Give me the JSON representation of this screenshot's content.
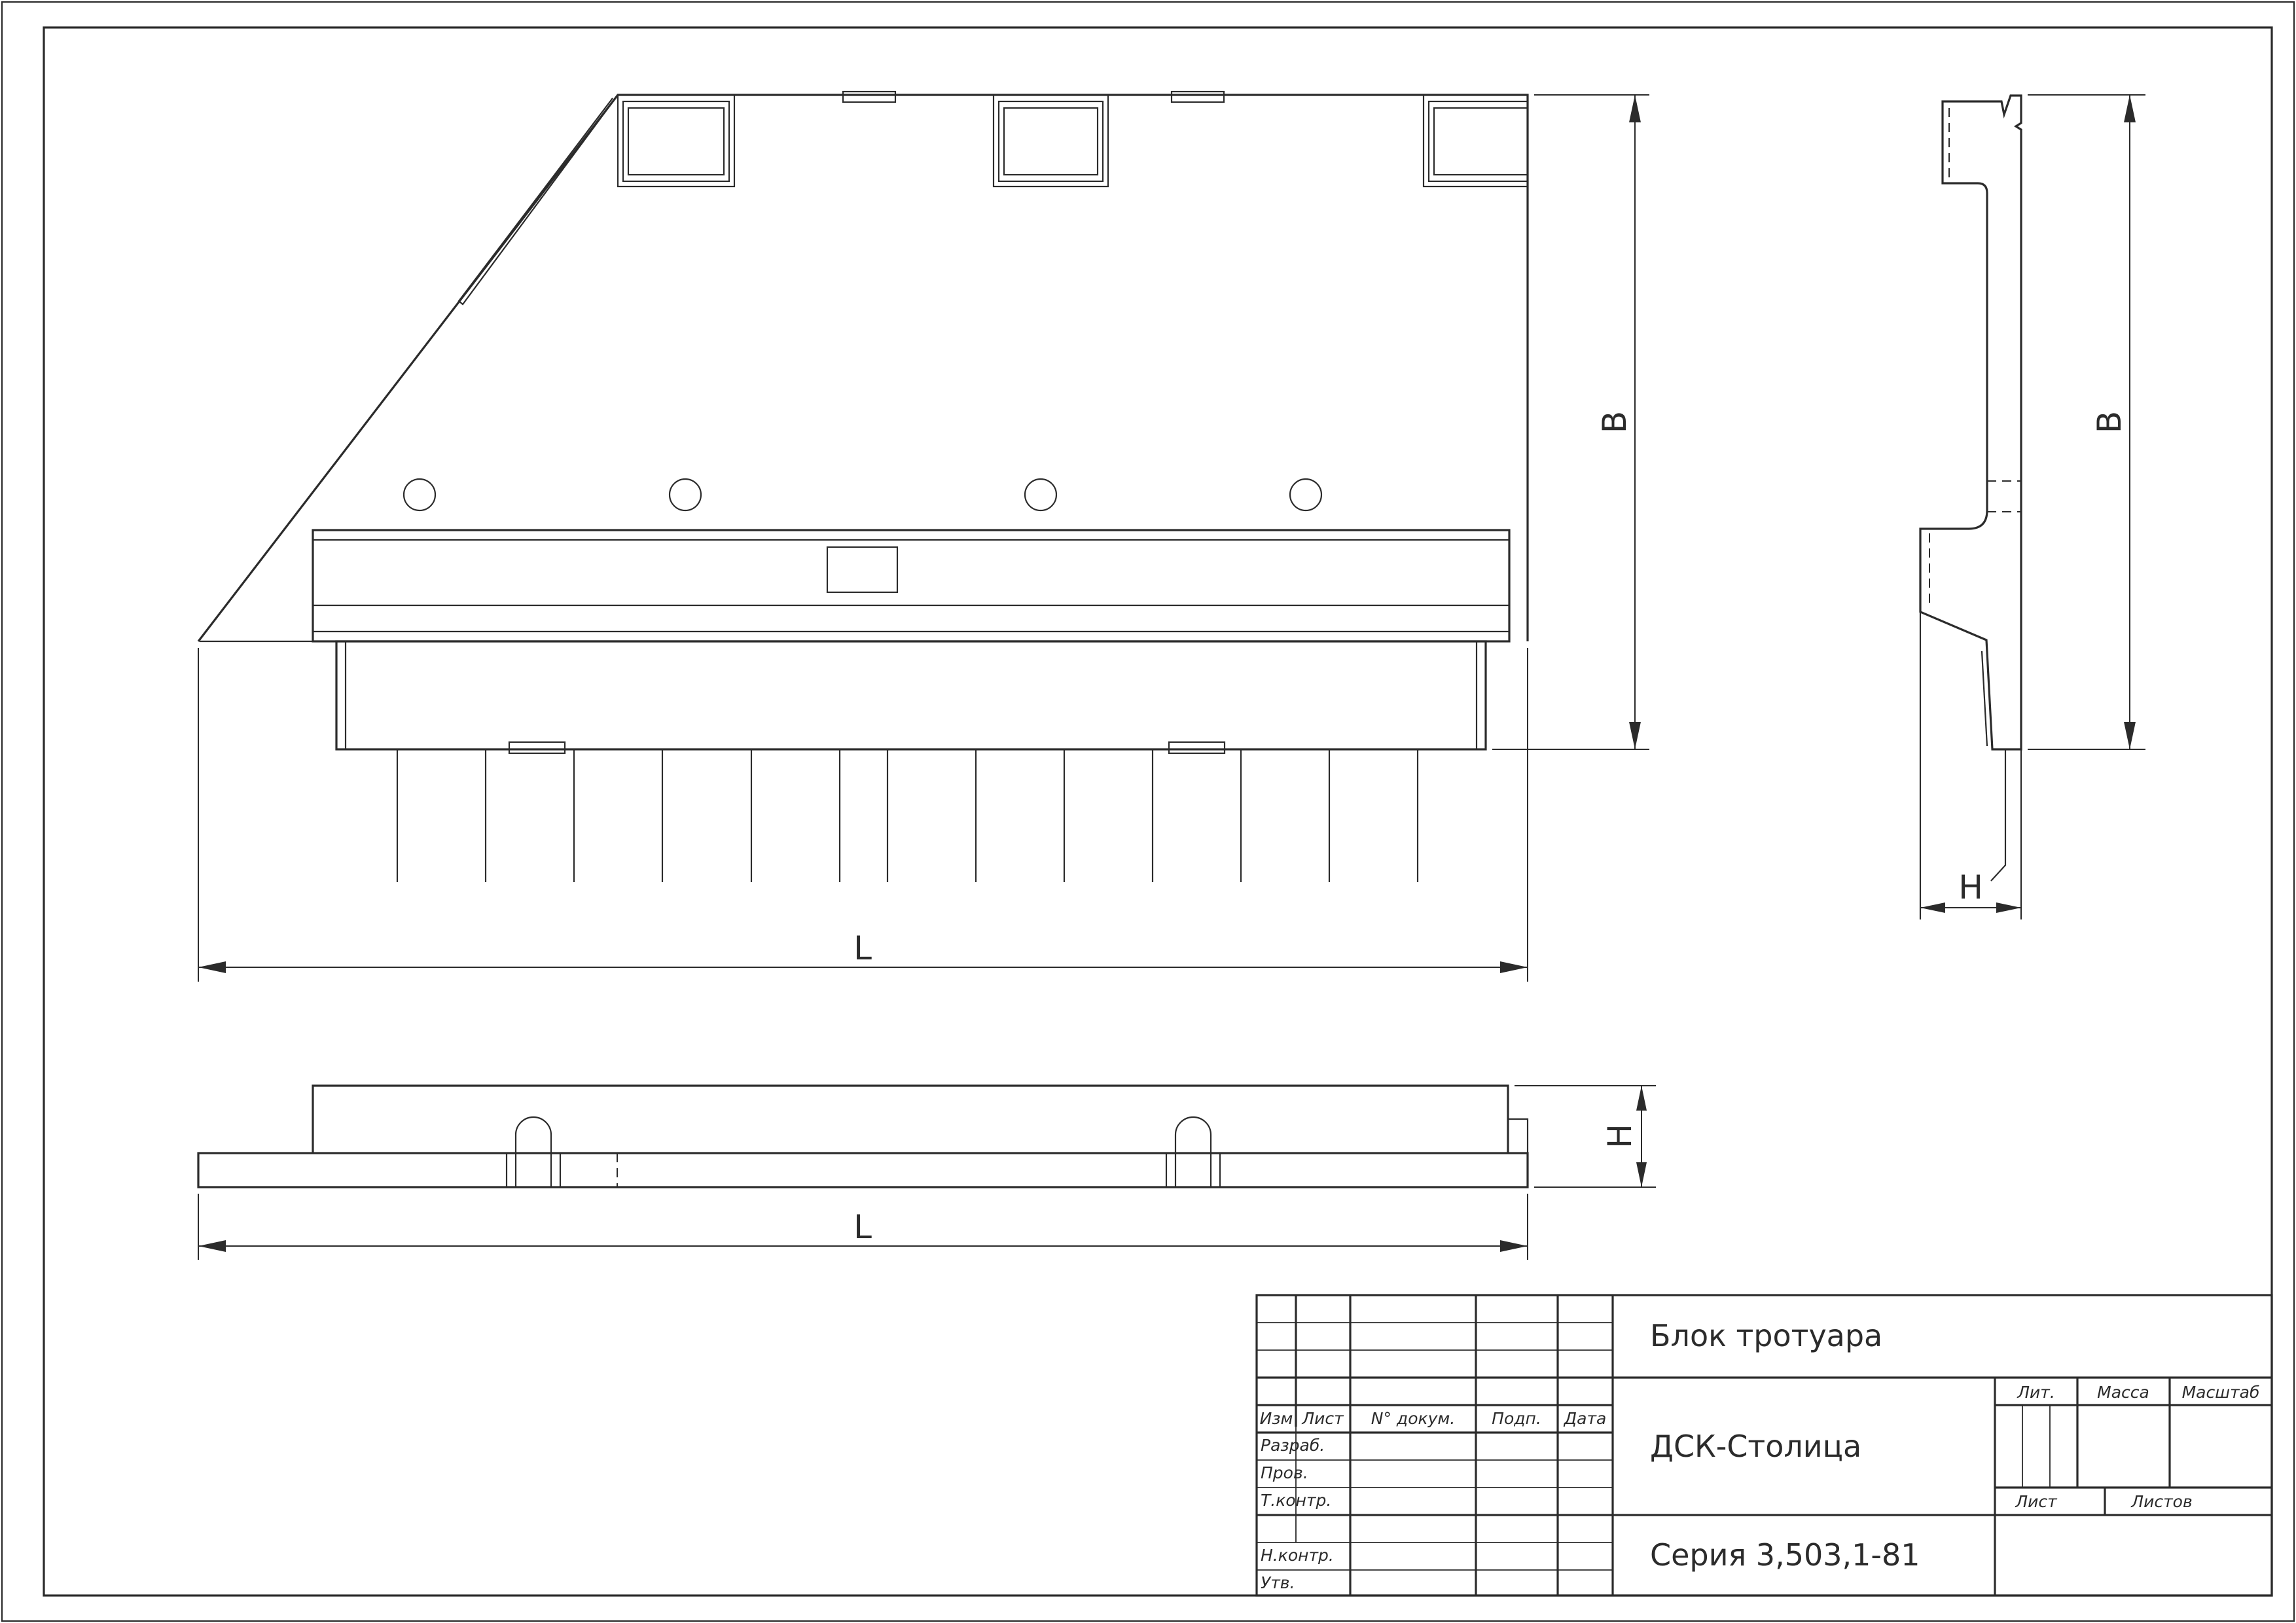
{
  "dimensions": {
    "length": "L",
    "width": "B",
    "height": "H"
  },
  "title_block": {
    "title": "Блок тротуара",
    "organization": "ДСК-Столица",
    "series": "Серия 3,503,1-81",
    "columns": {
      "izm": "Изм",
      "list": "Лист",
      "doc": "N° докум.",
      "sign": "Подп.",
      "date": "Дата"
    },
    "rows": {
      "developed": "Разраб.",
      "checked": "Пров.",
      "tech_control": "Т.контр.",
      "norm_control": "Н.контр.",
      "approved": "Утв."
    },
    "right": {
      "lit": "Лит.",
      "mass": "Масса",
      "scale": "Масштаб",
      "sheet": "Лист",
      "sheets": "Листов"
    }
  }
}
